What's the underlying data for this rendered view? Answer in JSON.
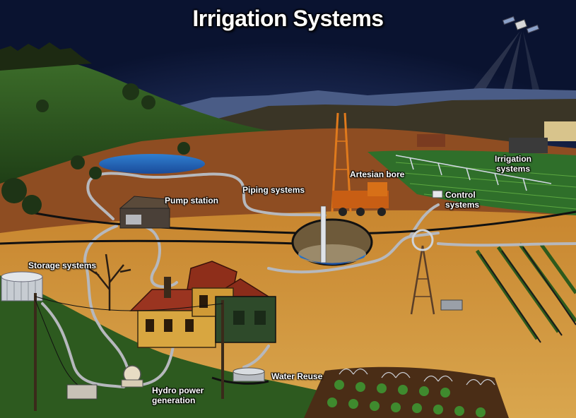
{
  "title": "Irrigation Systems",
  "labels": {
    "pump_station": "Pump station",
    "piping_systems": "Piping systems",
    "artesian_bore": "Artesian bore",
    "irrigation_systems": [
      "Irrigation",
      "systems"
    ],
    "control_systems": [
      "Control",
      "systems"
    ],
    "storage_systems": "Storage systems",
    "water_reuse": "Water Reuse",
    "hydro_power_generation": [
      "Hydro power",
      "generation"
    ]
  }
}
